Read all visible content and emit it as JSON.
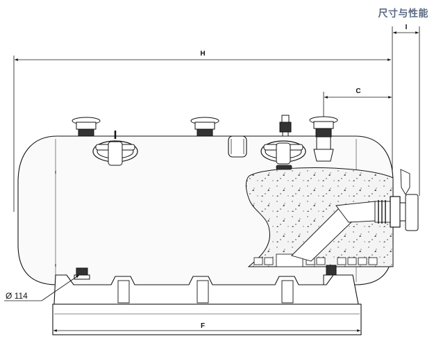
{
  "header": {
    "title": "尺寸与性能"
  },
  "dimensions": {
    "h": "H",
    "i": "I",
    "c": "C",
    "f": "F",
    "diameter": "Ø 114"
  }
}
